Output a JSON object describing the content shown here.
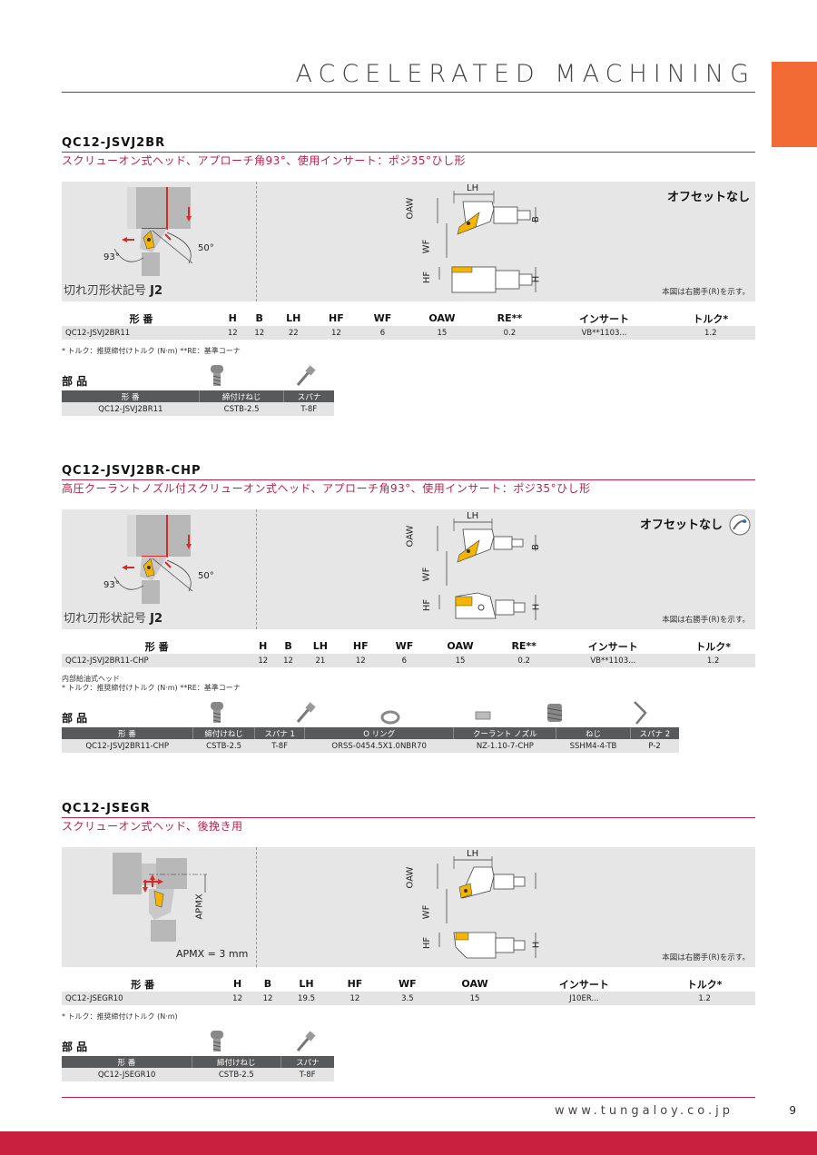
{
  "header": {
    "title": "ACCELERATED MACHINING"
  },
  "footer": {
    "url": "www.tungaloy.co.jp",
    "page": "9"
  },
  "colors": {
    "accent": "#bf1e4b",
    "tab": "#f26b35",
    "insert": "#f5b400",
    "arrow": "#d62b2b"
  },
  "common": {
    "offset": "オフセットなし",
    "note_right": "本図は右勝手(R)を示す。",
    "j2_label": "切れ刃形状記号",
    "j2_code": "J2",
    "angle_93": "93°",
    "angle_50": "50°",
    "dims": {
      "lh": "LH",
      "oaw": "OAW",
      "wf": "WF",
      "hf": "HF",
      "b": "B",
      "h": "H",
      "apmx": "APMX"
    },
    "parts_label": "部 品"
  },
  "s1": {
    "title": "QC12-JSVJ2BR",
    "subtitle": "スクリューオン式ヘッド、アプローチ角93°、使用インサート：ポジ35°ひし形",
    "headers": [
      "形 番",
      "H",
      "B",
      "LH",
      "HF",
      "WF",
      "OAW",
      "RE**",
      "インサート",
      "トルク*"
    ],
    "row": [
      "QC12-JSVJ2BR11",
      "12",
      "12",
      "22",
      "12",
      "6",
      "15",
      "0.2",
      "VB**1103...",
      "1.2"
    ],
    "footnote": "* トルク：推奨締付けトルク (N·m)   **RE：基準コーナ",
    "parts_headers": [
      "形 番",
      "締付けねじ",
      "スパナ"
    ],
    "parts_row": [
      "QC12-JSVJ2BR11",
      "CSTB-2.5",
      "T-8F"
    ]
  },
  "s2": {
    "title": "QC12-JSVJ2BR-CHP",
    "subtitle": "高圧クーラントノズル付スクリューオン式ヘッド、アプローチ角93°、使用インサート：ポジ35°ひし形",
    "headers": [
      "形 番",
      "H",
      "B",
      "LH",
      "HF",
      "WF",
      "OAW",
      "RE**",
      "インサート",
      "トルク*"
    ],
    "row": [
      "QC12-JSVJ2BR11-CHP",
      "12",
      "12",
      "21",
      "12",
      "6",
      "15",
      "0.2",
      "VB**1103...",
      "1.2"
    ],
    "footnote1": "内部給油式ヘッド",
    "footnote2": "* トルク：推奨締付けトルク (N·m)   **RE：基準コーナ",
    "parts_headers": [
      "形 番",
      "締付けねじ",
      "スパナ 1",
      "O リング",
      "クーラント ノズル",
      "ねじ",
      "スパナ 2"
    ],
    "parts_row": [
      "QC12-JSVJ2BR11-CHP",
      "CSTB-2.5",
      "T-8F",
      "ORSS-0454.5X1.0NBR70",
      "NZ-1.10-7-CHP",
      "SSHM4-4-TB",
      "P-2"
    ]
  },
  "s3": {
    "title": "QC12-JSEGR",
    "subtitle": "スクリューオン式ヘッド、後挽き用",
    "apmx_text": "APMX = 3 mm",
    "headers": [
      "形 番",
      "H",
      "B",
      "LH",
      "HF",
      "WF",
      "OAW",
      "インサート",
      "トルク*"
    ],
    "row": [
      "QC12-JSEGR10",
      "12",
      "12",
      "19.5",
      "12",
      "3.5",
      "15",
      "J10ER...",
      "1.2"
    ],
    "footnote": "* トルク：推奨締付けトルク (N·m)",
    "parts_headers": [
      "形 番",
      "締付けねじ",
      "スパナ"
    ],
    "parts_row": [
      "QC12-JSEGR10",
      "CSTB-2.5",
      "T-8F"
    ]
  }
}
